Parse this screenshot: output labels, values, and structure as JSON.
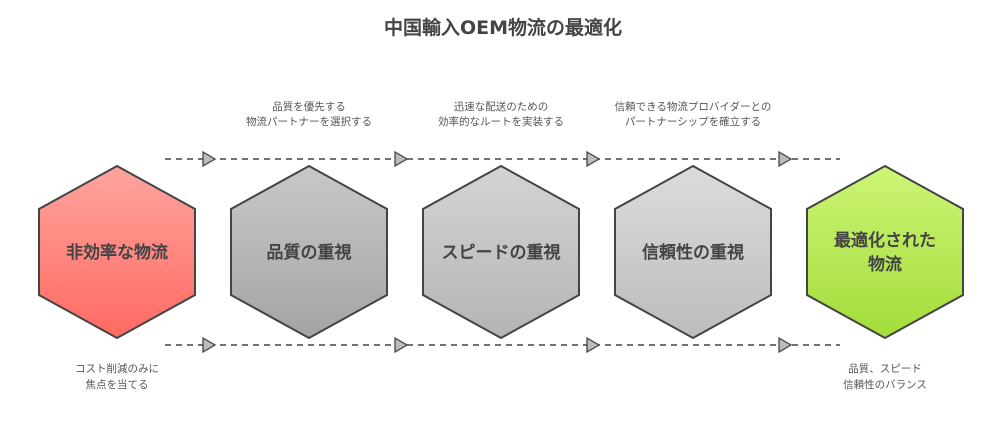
{
  "title": "中国輸入OEM物流の最適化",
  "stages": [
    {
      "label_lines": [
        "非効率な物流"
      ],
      "gradient": [
        "#ffa49e",
        "#ff6a62"
      ]
    },
    {
      "label_lines": [
        "品質の重視"
      ],
      "gradient": [
        "#c8c8c8",
        "#a4a4a4"
      ]
    },
    {
      "label_lines": [
        "スピードの重視"
      ],
      "gradient": [
        "#d4d4d4",
        "#b4b4b4"
      ]
    },
    {
      "label_lines": [
        "信頼性の重視"
      ],
      "gradient": [
        "#dcdcdc",
        "#bcbcbc"
      ]
    },
    {
      "label_lines": [
        "最適化された",
        "物流"
      ],
      "gradient": [
        "#cdf576",
        "#a3dc3a"
      ]
    }
  ],
  "transitions": [
    {
      "lines": [
        "品質を優先する",
        "物流パートナーを選択する"
      ]
    },
    {
      "lines": [
        "迅速な配送のための",
        "効率的なルートを実装する"
      ]
    },
    {
      "lines": [
        "信頼できる物流プロバイダーとの",
        "パートナーシップを確立する"
      ]
    }
  ],
  "start_note": [
    "コスト削減のみに",
    "焦点を当てる"
  ],
  "end_note": [
    "品質、スピード",
    "信頼性のバランス"
  ]
}
